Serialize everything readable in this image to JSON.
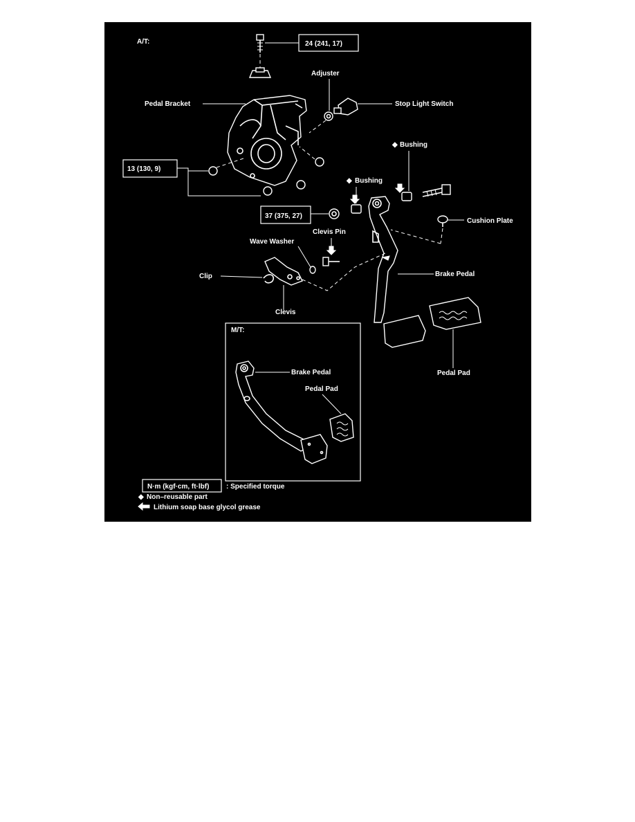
{
  "diagram": {
    "at_label": "A/T:",
    "mt_label": "M/T:",
    "parts": {
      "pedal_bracket": "Pedal Bracket",
      "adjuster": "Adjuster",
      "stop_light_switch": "Stop Light Switch",
      "bushing_upper": "Bushing",
      "bushing_lower": "Bushing",
      "cushion_plate": "Cushion Plate",
      "clevis_pin": "Clevis Pin",
      "wave_washer": "Wave Washer",
      "clip": "Clip",
      "clevis": "Clevis",
      "brake_pedal_at": "Brake Pedal",
      "pedal_pad_at": "Pedal Pad",
      "brake_pedal_mt": "Brake Pedal",
      "pedal_pad_mt": "Pedal Pad"
    },
    "torques": {
      "bracket_bolt": "24 (241, 17)",
      "bracket_nuts": "13 (130, 9)",
      "pivot_nut": "37 (375, 27)"
    },
    "legend": {
      "torque_unit": "N·m (kgf·cm, ft·lbf)",
      "torque_desc": ": Specified torque",
      "non_reusable": "Non–reusable part",
      "grease": "Lithium soap base glycol grease"
    },
    "symbols": {
      "non_reusable_icon": "diamond-icon",
      "grease_icon": "arrow-left-icon"
    }
  }
}
